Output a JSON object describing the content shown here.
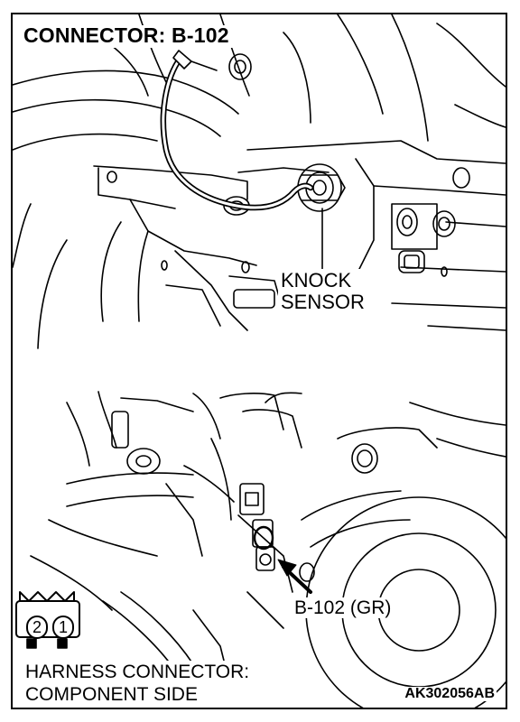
{
  "diagram": {
    "title": "CONNECTOR: B-102",
    "knock_sensor_line1": "KNOCK",
    "knock_sensor_line2": "SENSOR",
    "connector_label": "B-102 (GR)",
    "harness_line1": "HARNESS CONNECTOR:",
    "harness_line2": "COMPONENT SIDE",
    "pins": [
      "2",
      "1"
    ],
    "figure_code": "AK302056AB"
  },
  "colors": {
    "ink": "#000000",
    "paper": "#ffffff"
  },
  "icons": [
    "arrow-icon",
    "connector-pin-icon"
  ]
}
